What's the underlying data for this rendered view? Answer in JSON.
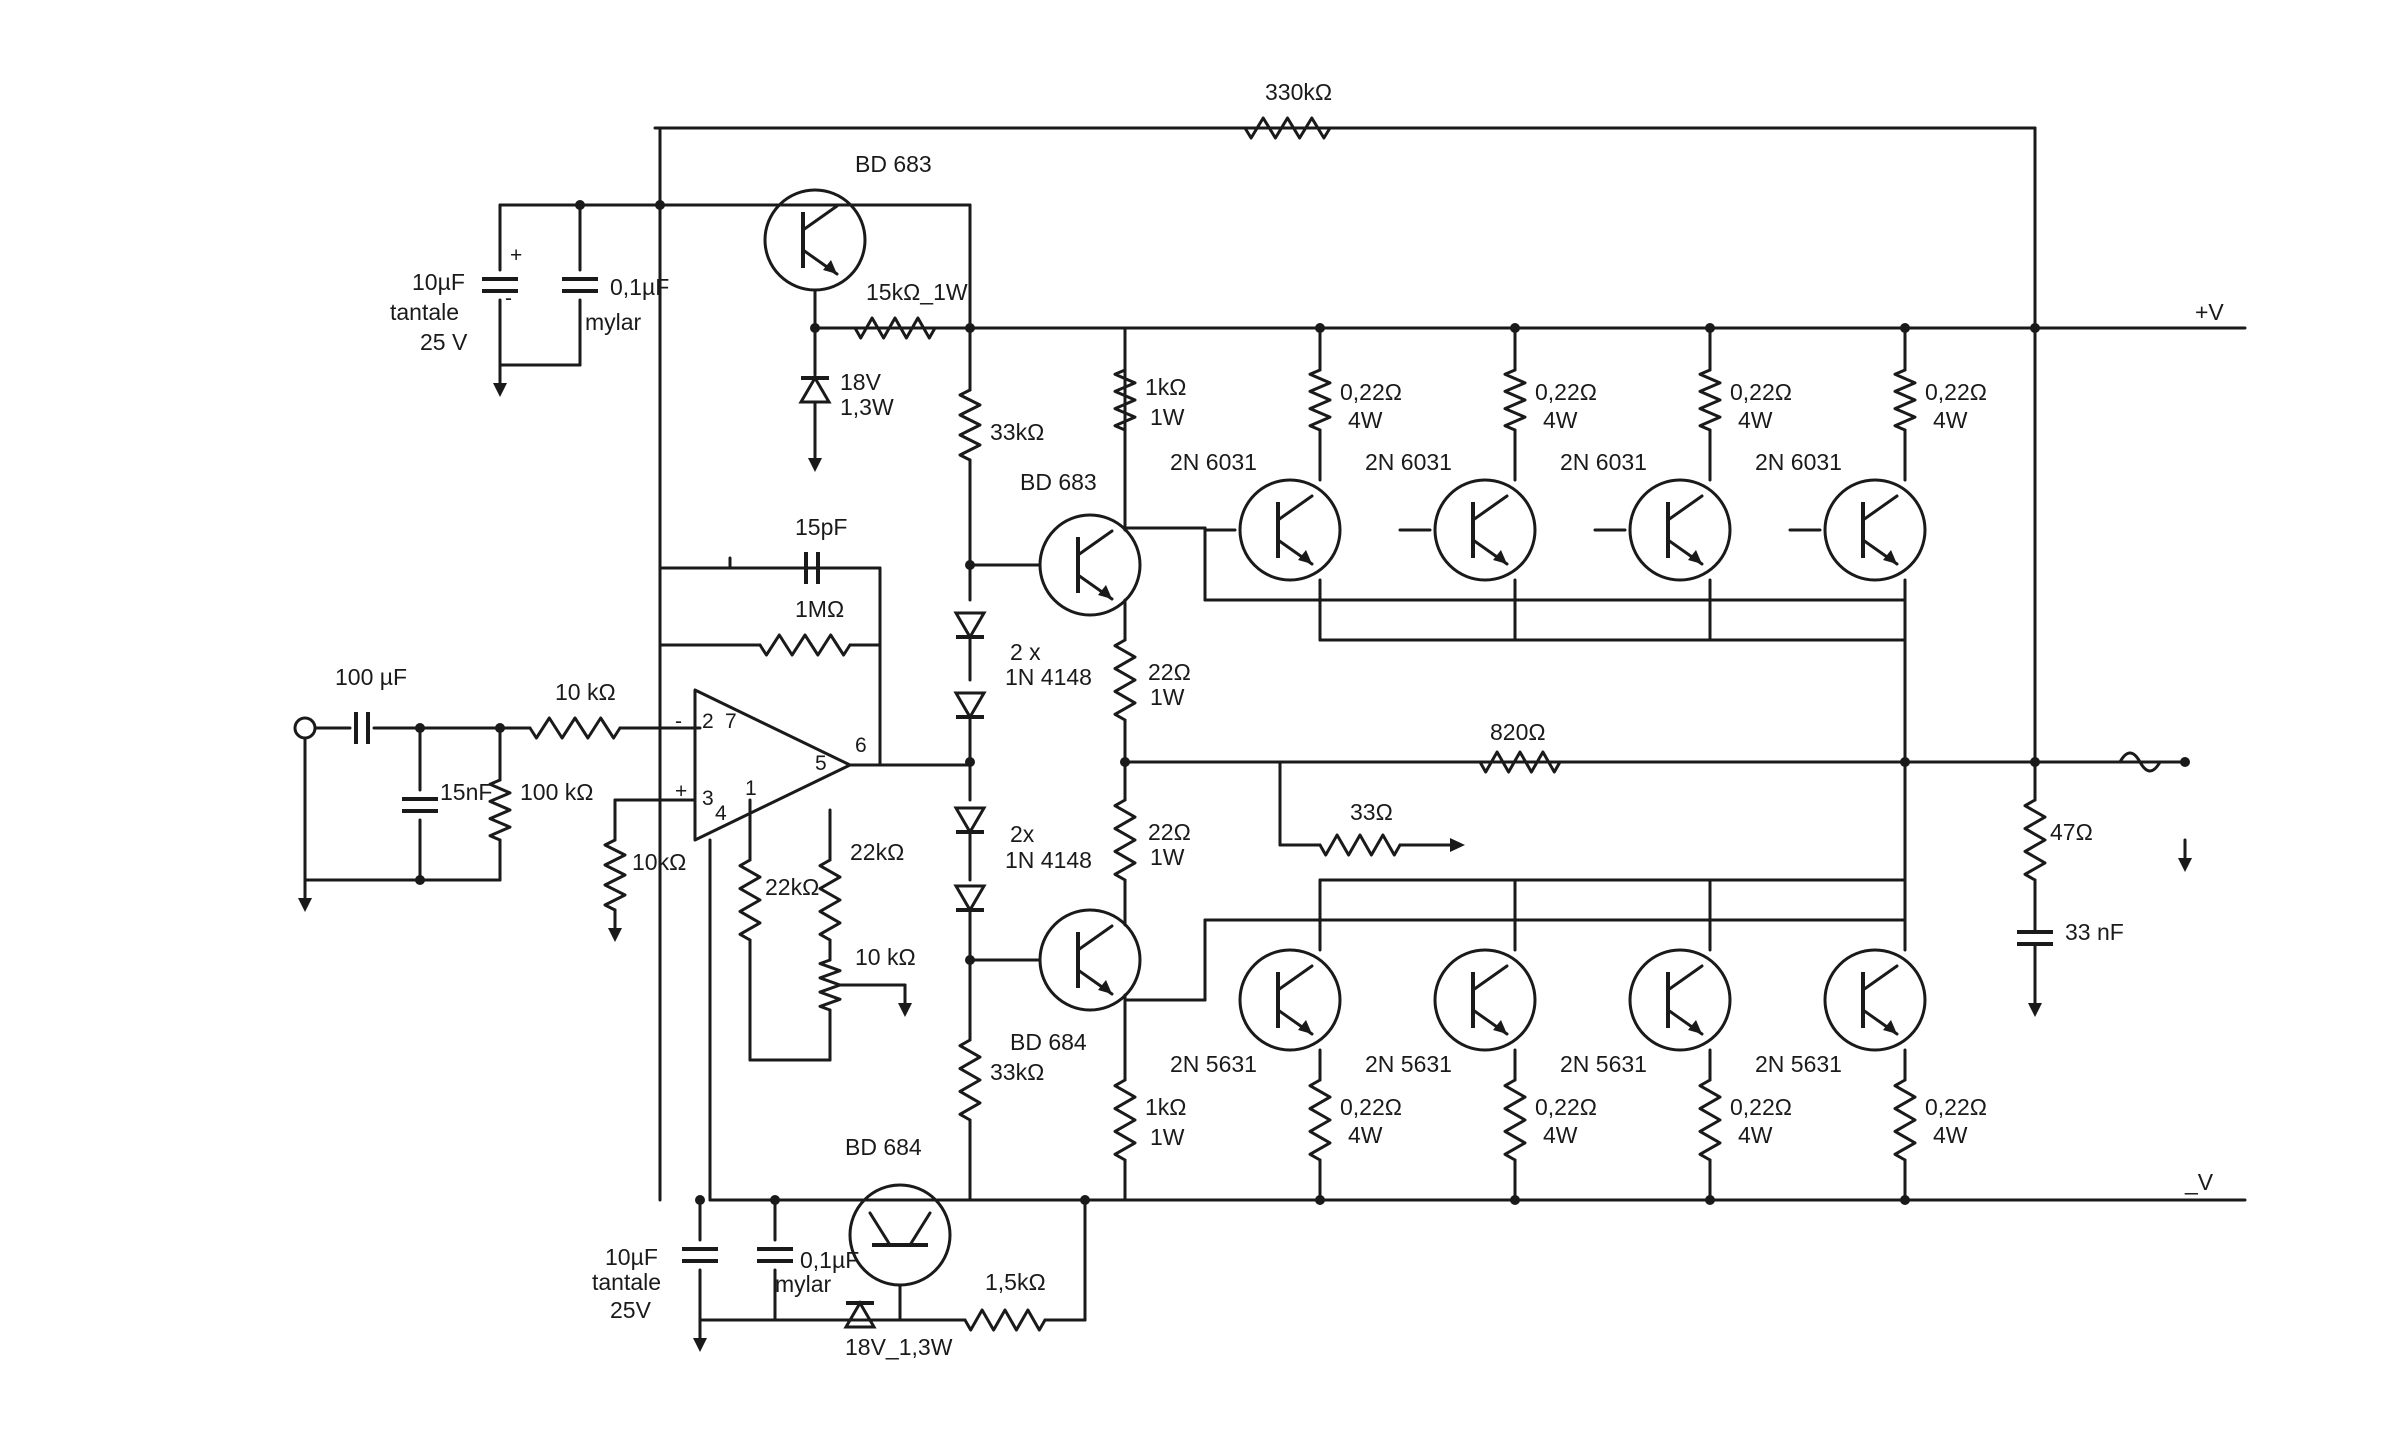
{
  "labels": {
    "r330k": "330kΩ",
    "bd683_top": "BD 683",
    "c10u_top_a": "10µF",
    "c10u_top_b": "tantale",
    "c10u_top_c": "25 V",
    "c01_top_a": "0,1µF",
    "c01_top_b": "mylar",
    "r15k": "15kΩ_1W",
    "z18_a": "18V",
    "z18_b": "1,3W",
    "r33k_top": "33kΩ",
    "bd683_mid": "BD 683",
    "c15p": "15pF",
    "r1m": "1MΩ",
    "d1_a": "2 x",
    "d1_b": "1N 4148",
    "d2_a": "2x",
    "d2_b": "1N 4148",
    "c100u": "100 µF",
    "r10k_in": "10 kΩ",
    "c15n": "15nF",
    "r100k": "100 kΩ",
    "r10k_gnd": "10kΩ",
    "r22k_a": "22kΩ",
    "r22k_b": "22kΩ",
    "pot10k": "10 kΩ",
    "r22_top_a": "22Ω",
    "r22_top_b": "1W",
    "r22_bot_a": "22Ω",
    "r22_bot_b": "1W",
    "r820": "820Ω",
    "r33": "33Ω",
    "r47": "47Ω",
    "c33n": "33 nF",
    "plusV": "+V",
    "minusV": "_V",
    "r1k_top_a": "1kΩ",
    "r1k_top_b": "1W",
    "r1k_bot_a": "1kΩ",
    "r1k_bot_b": "1W",
    "bd684_mid": "BD 684",
    "r33k_bot": "33kΩ",
    "bd684_bot": "BD 684",
    "c10u_bot_a": "10µF",
    "c10u_bot_b": "tantale",
    "c10u_bot_c": "25V",
    "c01_bot_a": "0,1µF",
    "c01_bot_b": "mylar",
    "r15k_bot": "1,5kΩ",
    "z18_bot": "18V_1,3W",
    "pin2": "2",
    "pin7": "7",
    "pin3": "3",
    "pin4": "4",
    "pin1": "1",
    "pin5": "5",
    "pin6": "6",
    "minus": "-",
    "plus": "+",
    "cap_plus": "+",
    "cap_minus": "-"
  },
  "upper_outputs": [
    {
      "res": [
        "0,22Ω",
        "4W"
      ],
      "trans": "2N 6031"
    },
    {
      "res": [
        "0,22Ω",
        "4W"
      ],
      "trans": "2N 6031"
    },
    {
      "res": [
        "0,22Ω",
        "4W"
      ],
      "trans": "2N 6031"
    },
    {
      "res": [
        "0,22Ω",
        "4W"
      ],
      "trans": "2N 6031"
    }
  ],
  "lower_outputs": [
    {
      "res": [
        "0,22Ω",
        "4W"
      ],
      "trans": "2N 5631"
    },
    {
      "res": [
        "0,22Ω",
        "4W"
      ],
      "trans": "2N 5631"
    },
    {
      "res": [
        "0,22Ω",
        "4W"
      ],
      "trans": "2N 5631"
    },
    {
      "res": [
        "0,22Ω",
        "4W"
      ],
      "trans": "2N 5631"
    }
  ]
}
